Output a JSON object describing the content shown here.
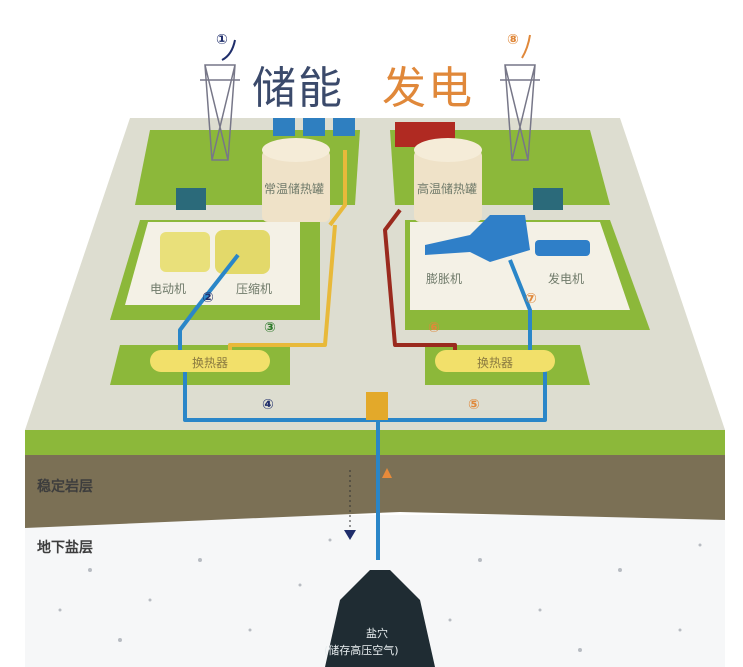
{
  "title": {
    "storage": "储能",
    "generation": "发电"
  },
  "steps": [
    "①",
    "②",
    "③",
    "④",
    "⑤",
    "⑥",
    "⑦",
    "⑧"
  ],
  "tanks": {
    "low_temp": "常温储热罐",
    "high_temp": "高温储热罐"
  },
  "machines": {
    "motor": "电动机",
    "compressor": "压缩机",
    "expander": "膨胀机",
    "generator": "发电机"
  },
  "heat_exchangers": [
    "换热器",
    "换热器"
  ],
  "layers": {
    "rock": "稳定岩层",
    "salt": "地下盐层"
  },
  "cavern": {
    "name": "盐穴",
    "note": "(储存高压空气)"
  },
  "colors": {
    "storage": "#3b4a6b",
    "generation": "#e0883a",
    "pipe_air": "#2a86c8",
    "pipe_cold": "#e8b93a",
    "pipe_hot": "#9a2a1e",
    "grass": "#8cb83a",
    "rock": "#7b7055"
  }
}
